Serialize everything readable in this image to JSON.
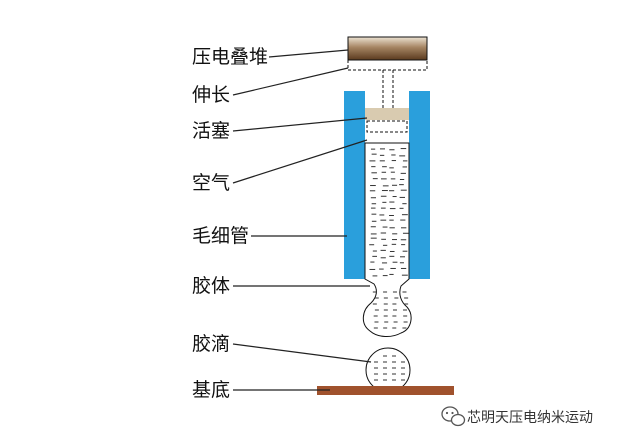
{
  "labels": {
    "piezo_stack": "压电叠堆",
    "extension": "伸长",
    "piston": "活塞",
    "air": "空气",
    "capillary": "毛细管",
    "colloid": "胶体",
    "colloid_droplet": "胶滴",
    "substrate": "基底"
  },
  "watermark": {
    "text": "芯明天压电纳米运动",
    "icon": "wechat-icon"
  },
  "colors": {
    "capillary_wall": "#2a9fdc",
    "piezo_stack_dark": "#6b4a2a",
    "piezo_stack_light": "#ece3d2",
    "piston": "#d9cbb0",
    "substrate": "#a0522d",
    "leader_line": "#222222",
    "liquid_dash": "#333333"
  }
}
